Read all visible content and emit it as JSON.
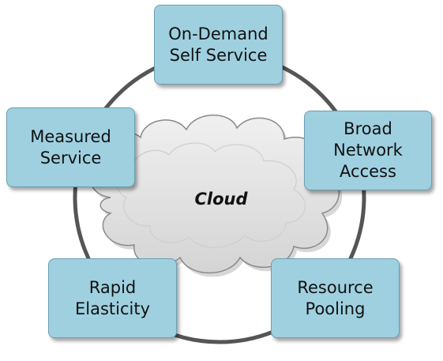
{
  "center": {
    "label": "Cloud"
  },
  "nodes": {
    "on_demand": "On-Demand\nSelf Service",
    "broad_network": "Broad\nNetwork\nAccess",
    "measured": "Measured\nService",
    "rapid": "Rapid\nElasticity",
    "pooling": "Resource\nPooling"
  },
  "colors": {
    "box_fill": "#9fd0e0",
    "box_border": "#6a9fb3",
    "ring": "#555555",
    "cloud_fill": "#e2e2e2",
    "cloud_edge": "#8a8a8a"
  }
}
